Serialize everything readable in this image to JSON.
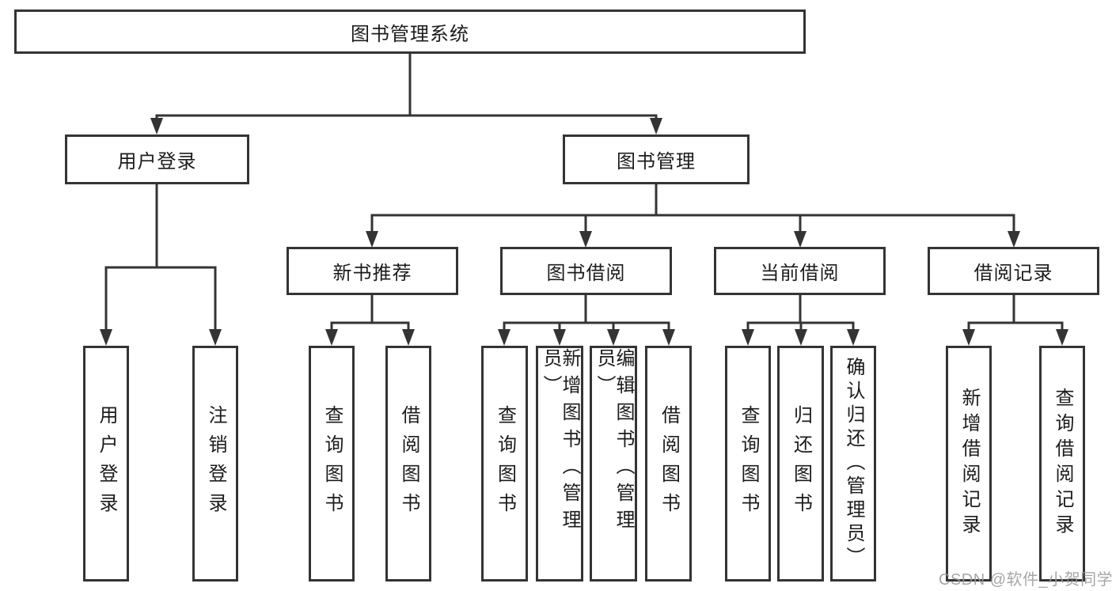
{
  "colors": {
    "line": "#343434",
    "ink": "#1c1c1c",
    "watermark": "#9a9a9a",
    "bg": "#ffffff"
  },
  "nodes": {
    "root": {
      "label": "图书管理系统"
    },
    "user_login": {
      "label": "用户登录",
      "children": [
        {
          "label": "用户登录"
        },
        {
          "label": "注销登录"
        }
      ]
    },
    "book_mgmt": {
      "label": "图书管理",
      "children": [
        {
          "label": "新书推荐",
          "children": [
            {
              "label": "查询图书"
            },
            {
              "label": "借阅图书"
            }
          ]
        },
        {
          "label": "图书借阅",
          "children": [
            {
              "label": "查询图书"
            },
            {
              "label": "新增图书（管理员）"
            },
            {
              "label": "编辑图书（管理员）"
            },
            {
              "label": "借阅图书"
            }
          ]
        },
        {
          "label": "当前借阅",
          "children": [
            {
              "label": "查询图书"
            },
            {
              "label": "归还图书"
            },
            {
              "label": "确认归还（管理员）"
            }
          ]
        },
        {
          "label": "借阅记录",
          "children": [
            {
              "label": "新增借阅记录"
            },
            {
              "label": "查询借阅记录"
            }
          ]
        }
      ]
    }
  },
  "watermark": {
    "text": "CSDN @软件_小贺同学"
  }
}
